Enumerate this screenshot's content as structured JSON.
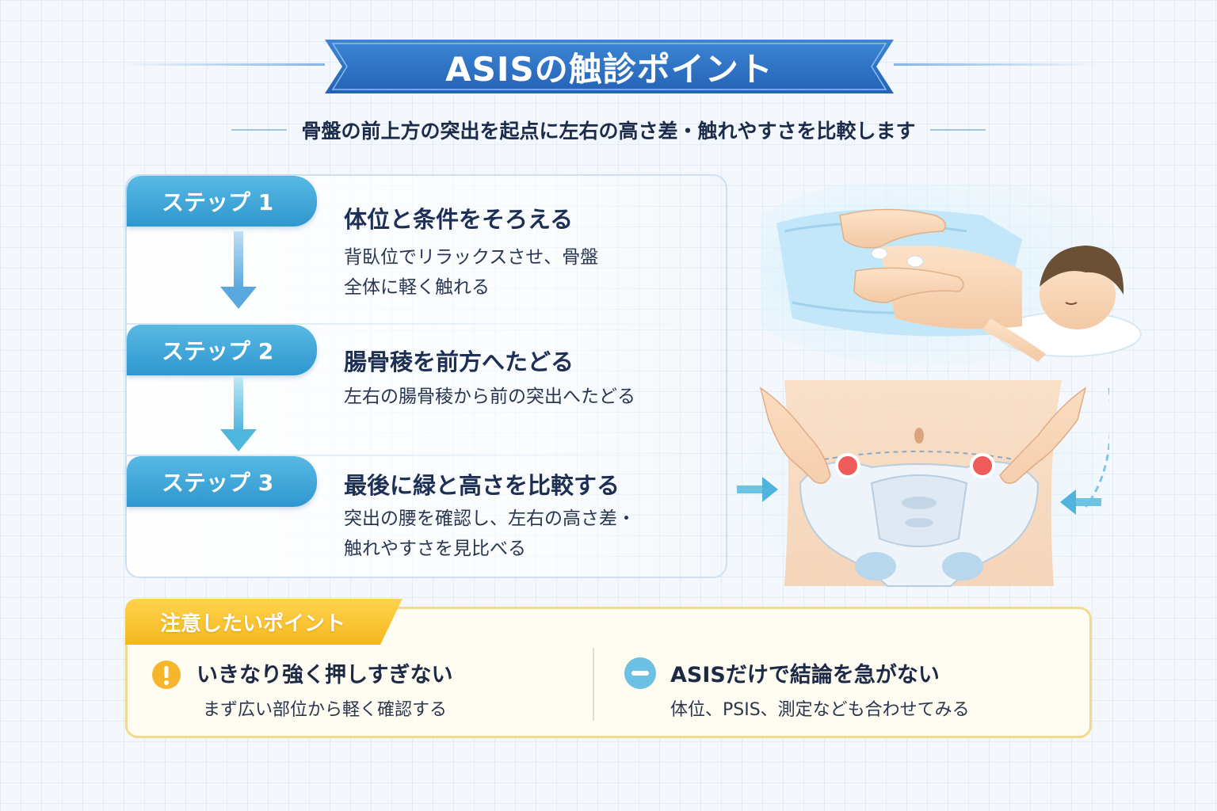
{
  "title": "ASISの触診ポイント",
  "subtitle": "骨盤の前上方の突出を起点に左右の高さ差・触れやすさを比較します",
  "steps": [
    {
      "label": "ステップ 1",
      "title": "体位と条件をそろえる",
      "desc_lines": [
        "背臥位でリラックスさせ、骨盤",
        "全体に軽く触れる"
      ]
    },
    {
      "label": "ステップ 2",
      "title": "腸骨稜を前方へたどる",
      "desc_lines": [
        "左右の腸骨稜から前の突出へたどる"
      ]
    },
    {
      "label": "ステップ 3",
      "title": "最後に緑と高さを比較する",
      "desc_lines": [
        "突出の腰を確認し、左右の高さ差・",
        "触れやすさを見比べる"
      ]
    }
  ],
  "caution": {
    "label": "注意したいポイント",
    "items": [
      {
        "icon": "exclamation-icon",
        "title": "いきなり強く押しすぎない",
        "text": "まず広い部位から軽く確認する"
      },
      {
        "icon": "minus-circle-icon",
        "title": "ASISだけで結論を急がない",
        "text": "体位、PSIS、測定なども合わせてみる"
      }
    ]
  },
  "colors": {
    "ribbon": "#2f72c4",
    "step_pill": "#3aa5d8",
    "caution_label": "#f6bf2a",
    "marker": "#ef5a5a"
  }
}
